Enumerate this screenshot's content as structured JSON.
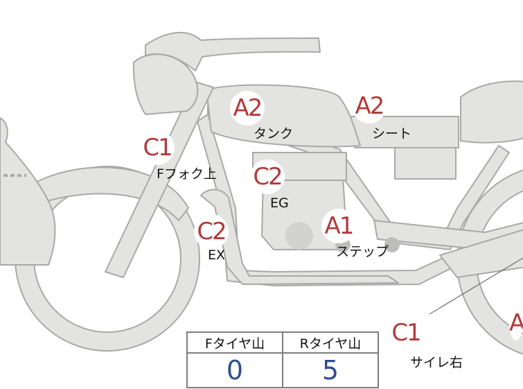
{
  "colors": {
    "body_fill": "#e3e3e1",
    "body_stroke": "#a8a8a8",
    "grade_text": "#b23a3a",
    "value_text": "#2f4f8f",
    "grid_line": "#7d7d7d"
  },
  "points": [
    {
      "id": "tank",
      "grade": "A2",
      "label": "タンク"
    },
    {
      "id": "seat",
      "grade": "A2",
      "label": "シート"
    },
    {
      "id": "ffork",
      "grade": "C1",
      "label": "Fフォク上"
    },
    {
      "id": "eg",
      "grade": "C2",
      "label": "EG"
    },
    {
      "id": "ex",
      "grade": "C2",
      "label": "EX"
    },
    {
      "id": "step",
      "grade": "A1",
      "label": "ステップ"
    },
    {
      "id": "silencer",
      "grade": "C1",
      "label": "サイレ右"
    },
    {
      "id": "edge",
      "grade": "A"
    }
  ],
  "tires": {
    "front_label": "Fタイヤ山",
    "rear_label": "Rタイヤ山",
    "front_value": "0",
    "rear_value": "5"
  }
}
